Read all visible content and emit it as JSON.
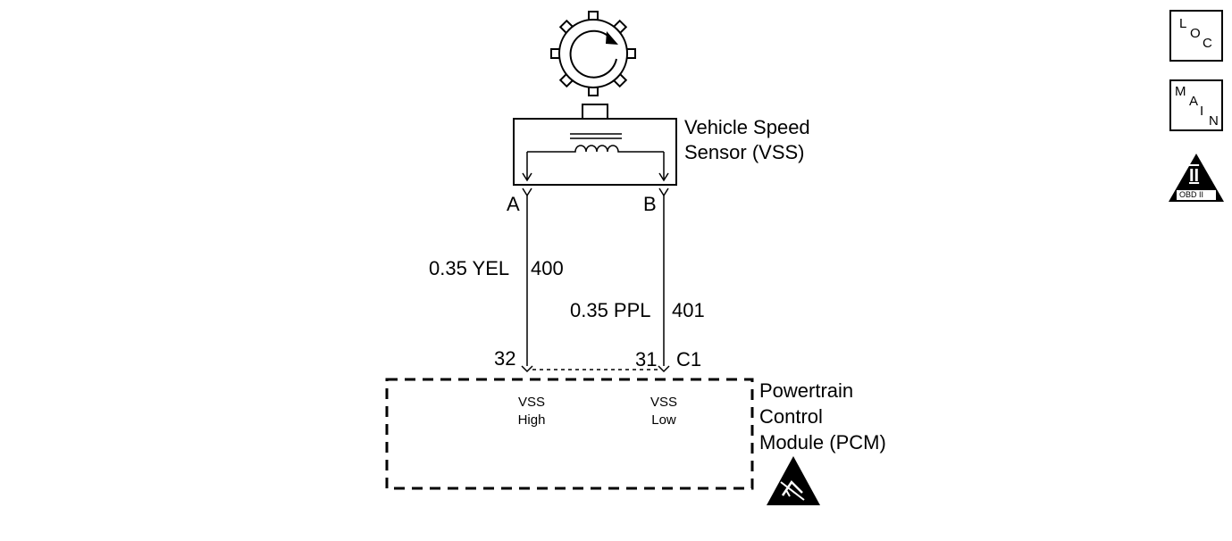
{
  "sensor": {
    "name_line1": "Vehicle Speed",
    "name_line2": "Sensor (VSS)",
    "terminal_a": "A",
    "terminal_b": "B"
  },
  "circuits": [
    {
      "wire": "0.35 YEL",
      "circuit": "400",
      "pcm_pin": "32"
    },
    {
      "wire": "0.35 PPL",
      "circuit": "401",
      "pcm_pin": "31"
    }
  ],
  "connector": "C1",
  "pcm": {
    "name_line1": "Powertrain",
    "name_line2": "Control",
    "name_line3": "Module (PCM)",
    "input_high_line1": "VSS",
    "input_high_line2": "High",
    "input_low_line1": "VSS",
    "input_low_line2": "Low"
  },
  "nav": {
    "loc": [
      "L",
      "O",
      "C"
    ],
    "main": [
      "M",
      "A",
      "I",
      "N"
    ],
    "obd_label": "OBD II",
    "obd_symbol": "II"
  },
  "icons": {
    "rotor": "reluctor-wheel-icon",
    "esd": "esd-warning-icon"
  }
}
